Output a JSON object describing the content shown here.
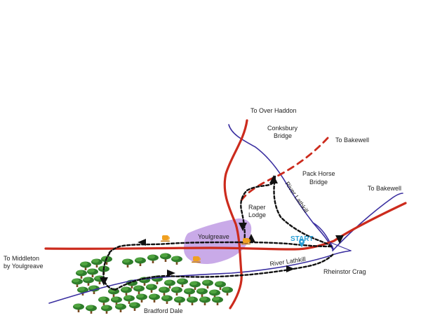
{
  "colors": {
    "road": "#cc2b1d",
    "river": "#3a2fa0",
    "route": "#111111",
    "village": "#b78ee0",
    "tree_dark": "#2f7d2b",
    "tree_light": "#4fa33f",
    "trunk": "#7a4a22",
    "start": "#2a9fd6",
    "cafe": "#f0a020"
  },
  "icons": {
    "cafe": "cup-icon",
    "start": "map-pin-icon",
    "direction": "arrowhead-icon"
  },
  "labels": {
    "over_haddon": "To Over Haddon",
    "conksbury_1": "Conksbury",
    "conksbury_2": "Bridge",
    "bakewell_north": "To Bakewell",
    "packhorse_1": "Pack Horse",
    "packhorse_2": "Bridge",
    "bakewell_east": "To Bakewell",
    "river_lathkill_upper": "River Lathkill",
    "raper_1": "Raper",
    "raper_2": "Lodge",
    "youlgreave": "Youlgreave",
    "start": "START",
    "middleton_1": "To Middleton",
    "middleton_2": "by Youlgreave",
    "river_lathkill_lower": "River Lathkill",
    "rheinstor": "Rheinstor Crag",
    "bradford_dale": "Bradford Dale"
  }
}
